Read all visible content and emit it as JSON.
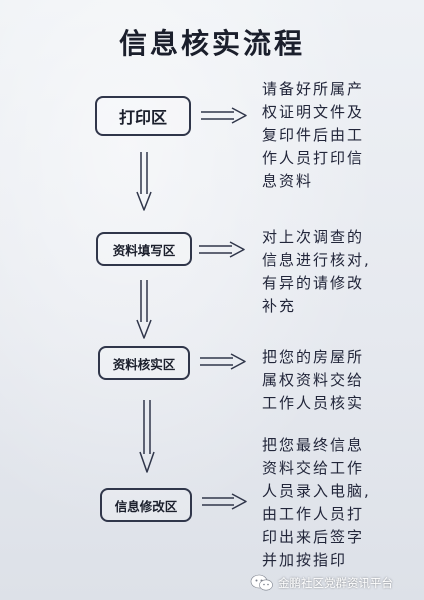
{
  "title": "信息核实流程",
  "steps": [
    {
      "label": "打印区",
      "description": "请备好所属产\n权证明文件及\n复印件后由工\n作人员打印信\n息资料"
    },
    {
      "label": "资料填写区",
      "description": "对上次调查的\n信息进行核对,\n有异的请修改\n补充"
    },
    {
      "label": "资料核实区",
      "description": "把您的房屋所\n属权资料交给\n工作人员核实"
    },
    {
      "label": "信息修改区",
      "description": "把您最终信息\n资料交给工作\n人员录入电脑,\n由工作人员打\n印出来后签字\n并加按指印"
    }
  ],
  "watermark": {
    "text": "金鹏社区党群资讯平台",
    "icon": "wechat-icon"
  },
  "colors": {
    "stroke": "#30364a",
    "text": "#1b1f2c",
    "watermark_text": "#ffffff"
  }
}
